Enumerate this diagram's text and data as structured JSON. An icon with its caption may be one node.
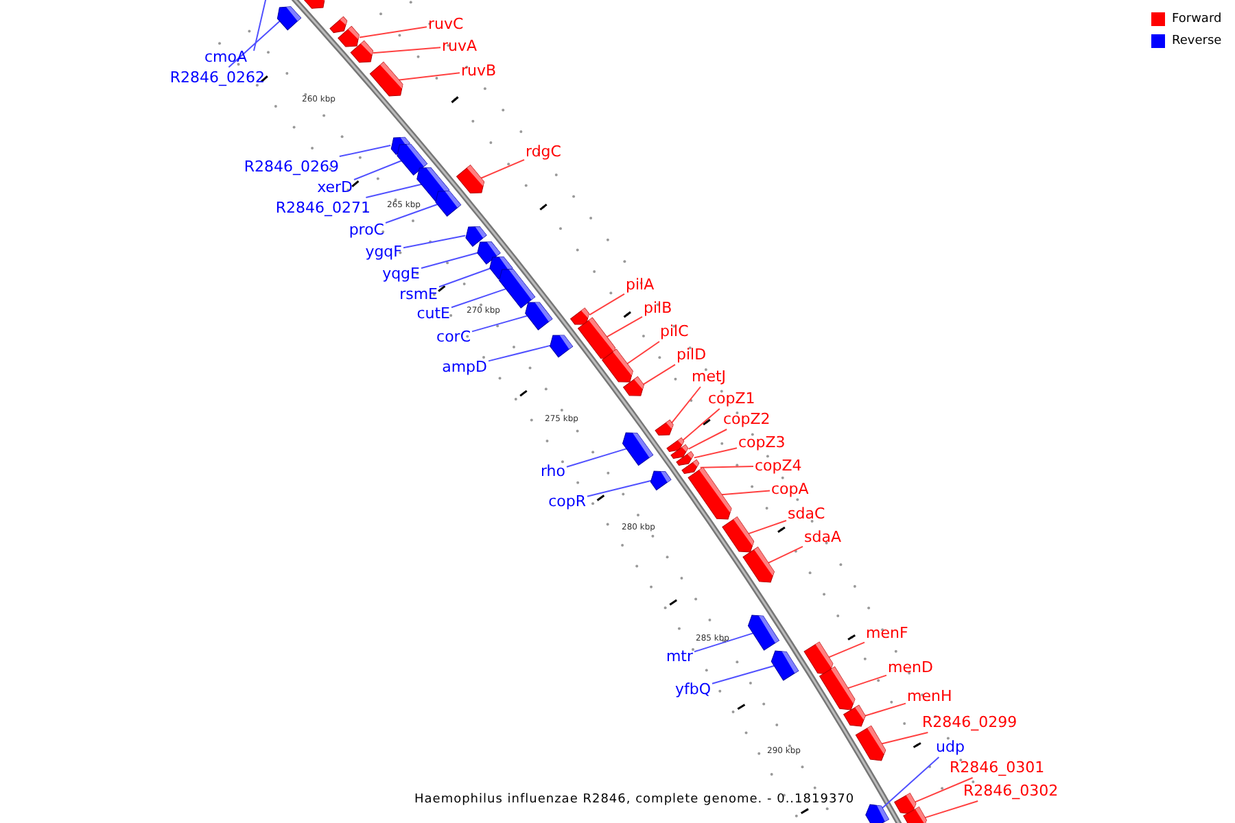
{
  "diagram": {
    "caption": "Haemophilus influenzae R2846, complete genome. - 0..1819370",
    "nodes": [
      {
        "text": [
          "cmoA"
        ]
      },
      {
        "text": [
          "R2846_0262"
        ]
      },
      {
        "text": [],
        "shape": "bar"
      },
      {
        "text": [
          "ruvC"
        ]
      },
      {
        "text": [],
        "shape": "bar"
      },
      {
        "text": [
          "ruvA"
        ]
      },
      {
        "text": [],
        "shape": "bar"
      },
      {
        "text": [
          "ruvB"
        ]
      },
      {
        "text": [],
        "shape": "bar"
      },
      {
        "text": [
          "R2846_0269"
        ]
      },
      {
        "text": [],
        "shape": "bar"
      },
      {
        "text": [
          "xerD"
        ]
      },
      {
        "text": [],
        "shape": "bar"
      },
      {
        "text": [
          "R2846_0271"
        ]
      },
      {
        "text": [],
        "shape": "bar"
      },
      {
        "text": [
          "rdgC"
        ]
      },
      {
        "text": [],
        "shape": "bar"
      },
      {
        "text": [
          "proC"
        ]
      },
      {
        "text": [],
        "shape": "bar"
      },
      {
        "text": [
          "ygqF"
        ]
      },
      {
        "text": [],
        "shape": "bar"
      },
      {
        "text": [
          "yqgE"
        ]
      },
      {
        "text": [],
        "shape": "bar"
      },
      {
        "text": [
          "rsmE"
        ]
      },
      {
        "text": [],
        "shape": "bar"
      },
      {
        "text": [
          "cutE"
        ]
      },
      {
        "text": [],
        "shape": "bar"
      },
      {
        "text": [
          "corC"
        ]
      },
      {
        "text": [],
        "shape": "bar"
      },
      {
        "text": [
          "ampD"
        ]
      },
      {
        "text": [],
        "shape": "bar"
      },
      {
        "text": [
          "pilA"
        ]
      },
      {
        "text": [],
        "shape": "bar"
      },
      {
        "text": [
          "pilB"
        ]
      },
      {
        "text": [],
        "shape": "bar"
      },
      {
        "text": [
          "pilC"
        ]
      },
      {
        "text": [],
        "shape": "bar"
      },
      {
        "text": [
          "pilD"
        ]
      },
      {
        "text": [],
        "shape": "bar"
      },
      {
        "text": [
          "metJ"
        ]
      },
      {
        "text": [],
        "shape": "bar"
      },
      {
        "text": [
          "copZ1"
        ]
      },
      {
        "text": [],
        "shape": "bar"
      },
      {
        "text": [
          "copZ2"
        ]
      },
      {
        "text": [],
        "shape": "bar"
      },
      {
        "text": [
          "copZ3"
        ]
      },
      {
        "text": [],
        "shape": "bar"
      },
      {
        "text": [
          "copZ4"
        ]
      },
      {
        "text": [],
        "shape": "bar"
      },
      {
        "text": [
          "rho"
        ]
      },
      {
        "text": [],
        "shape": "bar"
      },
      {
        "text": [
          "copA"
        ]
      },
      {
        "text": [],
        "shape": "bar"
      },
      {
        "text": [
          "copR"
        ]
      },
      {
        "text": [],
        "shape": "bar"
      },
      {
        "text": [
          "sdaC"
        ]
      },
      {
        "text": [],
        "shape": "bar"
      },
      {
        "text": [
          "sdaA"
        ]
      },
      {
        "text": [],
        "shape": "bar"
      },
      {
        "text": [
          "menF"
        ]
      },
      {
        "text": [],
        "shape": "bar"
      },
      {
        "text": [
          "mtr"
        ]
      },
      {
        "text": [],
        "shape": "bar"
      },
      {
        "text": [
          "menD"
        ]
      },
      {
        "text": [],
        "shape": "bar"
      },
      {
        "text": [
          "yfbQ"
        ]
      },
      {
        "text": [],
        "shape": "bar"
      },
      {
        "text": [
          "menH"
        ]
      },
      {
        "text": [],
        "shape": "bar"
      },
      {
        "text": [
          "R2846_0299"
        ]
      },
      {
        "text": [],
        "shape": "bar"
      },
      {
        "text": [
          "udp"
        ]
      },
      {
        "text": [],
        "shape": "bar"
      },
      {
        "text": [
          "R2846_0301"
        ]
      },
      {
        "text": [],
        "shape": "bar"
      },
      {
        "text": [
          "R2846_0302"
        ]
      },
      {
        "text": [],
        "shape": "bar"
      },
      {
        "text": [],
        "shape": "bar"
      },
      {
        "text": [],
        "shape": "bar"
      }
    ],
    "edges": [
      {
        "from": 0,
        "to": null,
        "arrow": "none",
        "color": "#5050ff"
      },
      {
        "from": 1,
        "to": 2,
        "arrow": "none",
        "color": "#5050ff"
      },
      {
        "from": 3,
        "to": 4,
        "arrow": "none"
      },
      {
        "from": 5,
        "to": 6,
        "arrow": "none"
      },
      {
        "from": 7,
        "to": 8,
        "arrow": "none"
      },
      {
        "from": 9,
        "to": 10,
        "arrow": "none",
        "color": "#5050ff"
      },
      {
        "from": 11,
        "to": 12,
        "arrow": "none",
        "color": "#5050ff"
      },
      {
        "from": 13,
        "to": 14,
        "arrow": "none",
        "color": "#5050ff"
      },
      {
        "from": 15,
        "to": 16,
        "arrow": "none"
      },
      {
        "from": 17,
        "to": 18,
        "arrow": "none",
        "color": "#5050ff"
      },
      {
        "from": 19,
        "to": 20,
        "arrow": "none",
        "color": "#5050ff"
      },
      {
        "from": 21,
        "to": 22,
        "arrow": "none",
        "color": "#5050ff"
      },
      {
        "from": 23,
        "to": 24,
        "arrow": "none",
        "color": "#5050ff"
      },
      {
        "from": 25,
        "to": 26,
        "arrow": "none",
        "color": "#5050ff"
      },
      {
        "from": 27,
        "to": 28,
        "arrow": "none",
        "color": "#5050ff"
      },
      {
        "from": 29,
        "to": 30,
        "arrow": "none",
        "color": "#5050ff"
      },
      {
        "from": 31,
        "to": 32,
        "arrow": "none"
      },
      {
        "from": 33,
        "to": 34,
        "arrow": "none"
      },
      {
        "from": 35,
        "to": 36,
        "arrow": "none"
      },
      {
        "from": 37,
        "to": 38,
        "arrow": "none"
      },
      {
        "from": 39,
        "to": 40,
        "arrow": "none"
      },
      {
        "from": 41,
        "to": 42,
        "arrow": "none"
      },
      {
        "from": 43,
        "to": 44,
        "arrow": "none"
      },
      {
        "from": 45,
        "to": 46,
        "arrow": "none"
      },
      {
        "from": 47,
        "to": 48,
        "arrow": "none"
      },
      {
        "from": 49,
        "to": 50,
        "arrow": "none",
        "color": "#5050ff"
      },
      {
        "from": 51,
        "to": 52,
        "arrow": "none"
      },
      {
        "from": 53,
        "to": 54,
        "arrow": "none",
        "color": "#5050ff"
      },
      {
        "from": 55,
        "to": 56,
        "arrow": "none"
      },
      {
        "from": 57,
        "to": 58,
        "arrow": "none"
      },
      {
        "from": 59,
        "to": 60,
        "arrow": "none"
      },
      {
        "from": 61,
        "to": 62,
        "arrow": "none",
        "color": "#5050ff"
      },
      {
        "from": 63,
        "to": 64,
        "arrow": "none"
      },
      {
        "from": 65,
        "to": 66,
        "arrow": "none",
        "color": "#5050ff"
      },
      {
        "from": 67,
        "to": 68,
        "arrow": "none"
      },
      {
        "from": 69,
        "to": 70,
        "arrow": "none"
      },
      {
        "from": 71,
        "to": 72,
        "arrow": "none",
        "color": "#5050ff"
      },
      {
        "from": 73,
        "to": 74,
        "arrow": "none"
      },
      {
        "from": 75,
        "to": 76,
        "arrow": "none"
      }
    ],
    "labels": [
      "260 kbp",
      "265 kbp",
      "270 kbp",
      "275 kbp",
      "280 kbp",
      "285 kbp",
      "290 kbp"
    ],
    "legend": [
      {
        "text": "Forward",
        "color": "#ff0000"
      },
      {
        "text": "Reverse",
        "color": "#0000ff"
      }
    ]
  }
}
